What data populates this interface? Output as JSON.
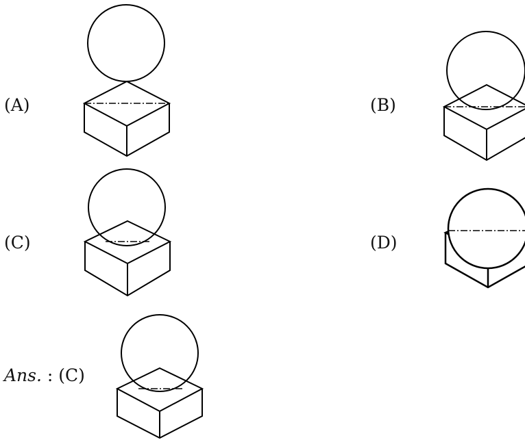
{
  "options": [
    {
      "label": "(A)"
    },
    {
      "label": "(B)"
    },
    {
      "label": "(C)"
    },
    {
      "label": "(D)"
    }
  ],
  "answer": {
    "prefix": "Ans.",
    "separator": " : ",
    "value": "(C)"
  }
}
